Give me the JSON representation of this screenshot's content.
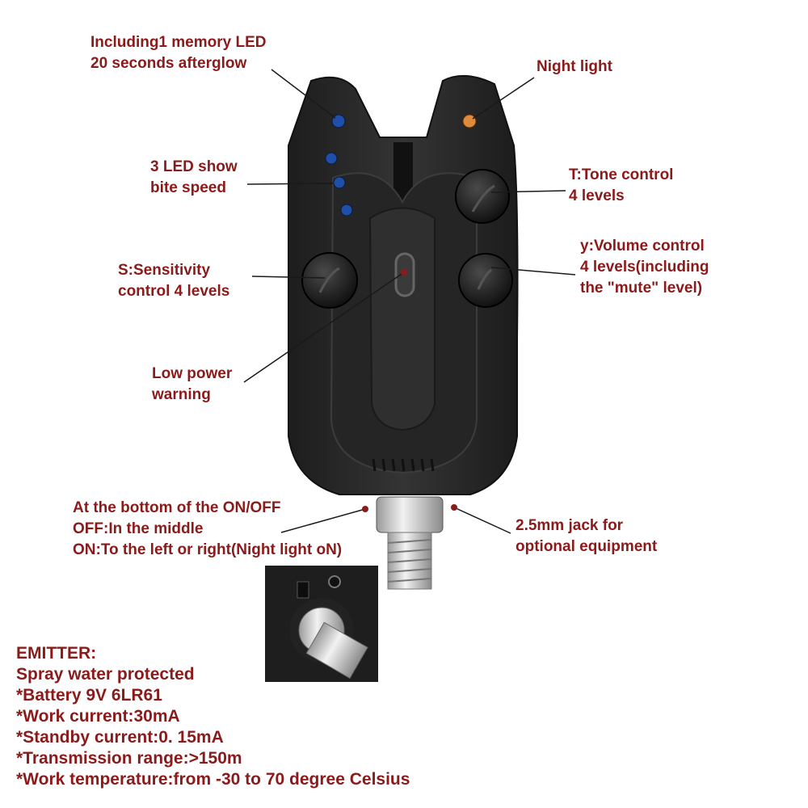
{
  "callouts": {
    "memory_led": [
      "Including1 memory LED",
      "20 seconds afterglow"
    ],
    "night_light": [
      "Night light"
    ],
    "bite_speed": [
      "3 LED show",
      "bite speed"
    ],
    "tone": [
      "T:Tone control",
      "4 levels"
    ],
    "volume": [
      "y:Volume control",
      "4 levels(including",
      "the \"mute\" level)"
    ],
    "sensitivity": [
      "S:Sensitivity",
      "control 4 levels"
    ],
    "low_power": [
      "Low power",
      "warning"
    ],
    "switch": [
      "At the bottom of the ON/OFF",
      "OFF:In the middle",
      "ON:To the left or right(Night light oN)"
    ],
    "jack": [
      "2.5mm jack for",
      "optional equipment"
    ]
  },
  "specs": [
    "EMITTER:",
    "Spray water protected",
    "*Battery 9V 6LR61",
    "*Work current:30mA",
    "*Standby current:0. 15mA",
    "*Transmission range:>150m",
    "*Work temperature:from -30 to 70 degree Celsius"
  ],
  "colors": {
    "label": "#8b1a1a",
    "body": "#2b2b2b",
    "led_blue": "#1f4fa8",
    "led_orange": "#e08a3a"
  }
}
